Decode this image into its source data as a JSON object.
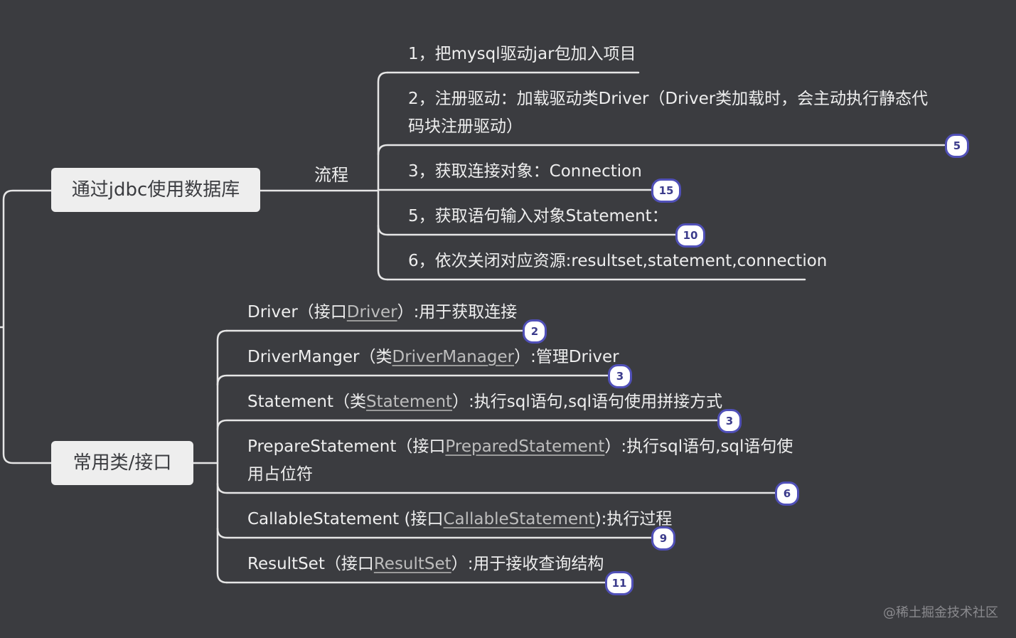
{
  "branches": {
    "jdbc": {
      "label": "通过jdbc使用数据库",
      "edge_label": "流程",
      "steps": [
        {
          "line1": "1，把mysql驱动jar包加入项目"
        },
        {
          "line1": "2，注册驱动：加载驱动类Driver（Driver类加载时，会主动执行静态代",
          "line2": "码块注册驱动）",
          "badge": "5"
        },
        {
          "line1": "3，获取连接对象：Connection",
          "badge": "15"
        },
        {
          "line1": "5，获取语句输入对象Statement：",
          "badge": "10"
        },
        {
          "line1": "6，依次关闭对应资源:resultset,statement,connection"
        }
      ]
    },
    "classes": {
      "label": "常用类/接口",
      "items": [
        {
          "pre": "Driver（接口",
          "link": "Driver",
          "post": "）:用于获取连接",
          "badge": "2"
        },
        {
          "pre": "DriverManger（类",
          "link": "DriverManager",
          "post": "）:管理Driver",
          "badge": "3"
        },
        {
          "pre": "Statement（类",
          "link": "Statement",
          "post": "）:执行sql语句,sql语句使用拼接方式",
          "badge": "3"
        },
        {
          "pre": "PrepareStatement（接口",
          "link": "PreparedStatement",
          "post": "）:执行sql语句,sql语句使",
          "line2": "用占位符",
          "badge": "6"
        },
        {
          "pre": "CallableStatement (接口",
          "link": "CallableStatement",
          "post": "):执行过程",
          "badge": "9"
        },
        {
          "pre": "ResultSet（接口",
          "link": "ResultSet",
          "post": "）:用于接收查询结构",
          "badge": "11"
        }
      ]
    }
  },
  "watermark": "@稀土掘金技术社区"
}
